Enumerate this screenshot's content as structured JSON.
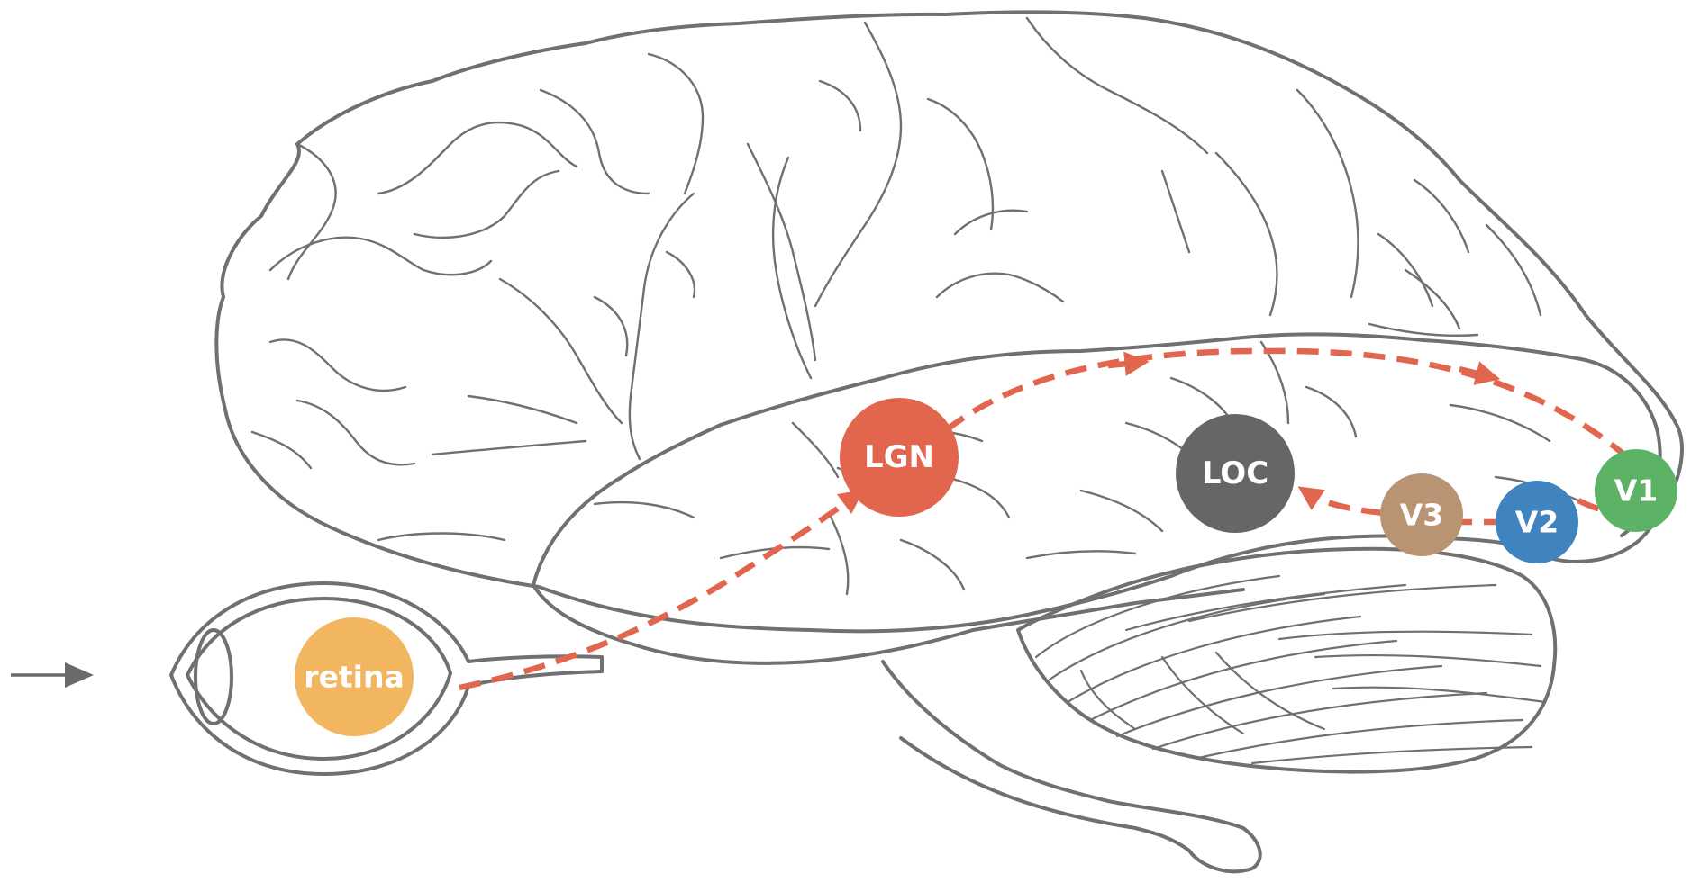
{
  "nodes": [
    {
      "id": "retina",
      "label": "retina",
      "color": "#F2B661"
    },
    {
      "id": "lgn",
      "label": "LGN",
      "color": "#E2654E"
    },
    {
      "id": "loc",
      "label": "LOC",
      "color": "#676666"
    },
    {
      "id": "v3",
      "label": "V3",
      "color": "#B89473"
    },
    {
      "id": "v2",
      "label": "V2",
      "color": "#3F83BF"
    },
    {
      "id": "v1",
      "label": "V1",
      "color": "#5CB265"
    }
  ],
  "colors": {
    "pathway": "#E2654E",
    "outline": "#707070",
    "input_arrow": "#6a6a6a"
  },
  "icons": {
    "input_arrow": "arrow-right-icon",
    "eye": "eye-icon",
    "brain": "brain-icon"
  }
}
